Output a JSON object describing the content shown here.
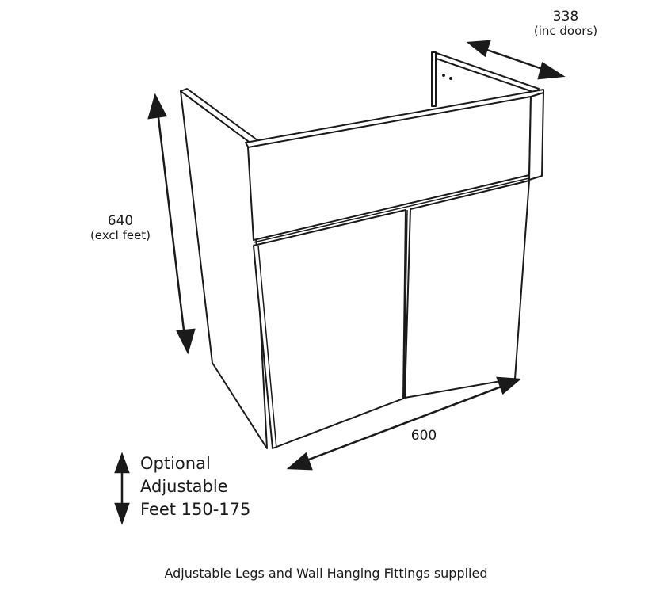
{
  "dimensions": {
    "depth": {
      "value": "338",
      "note": "(inc doors)"
    },
    "height": {
      "value": "640",
      "note": "(excl feet)"
    },
    "width": {
      "value": "600"
    }
  },
  "feet": {
    "line1": "Optional",
    "line2": "Adjustable",
    "line3": "Feet 150-175"
  },
  "caption": "Adjustable Legs and Wall Hanging Fittings supplied",
  "colors": {
    "stroke": "#1a1a1a",
    "fill": "#ffffff"
  }
}
